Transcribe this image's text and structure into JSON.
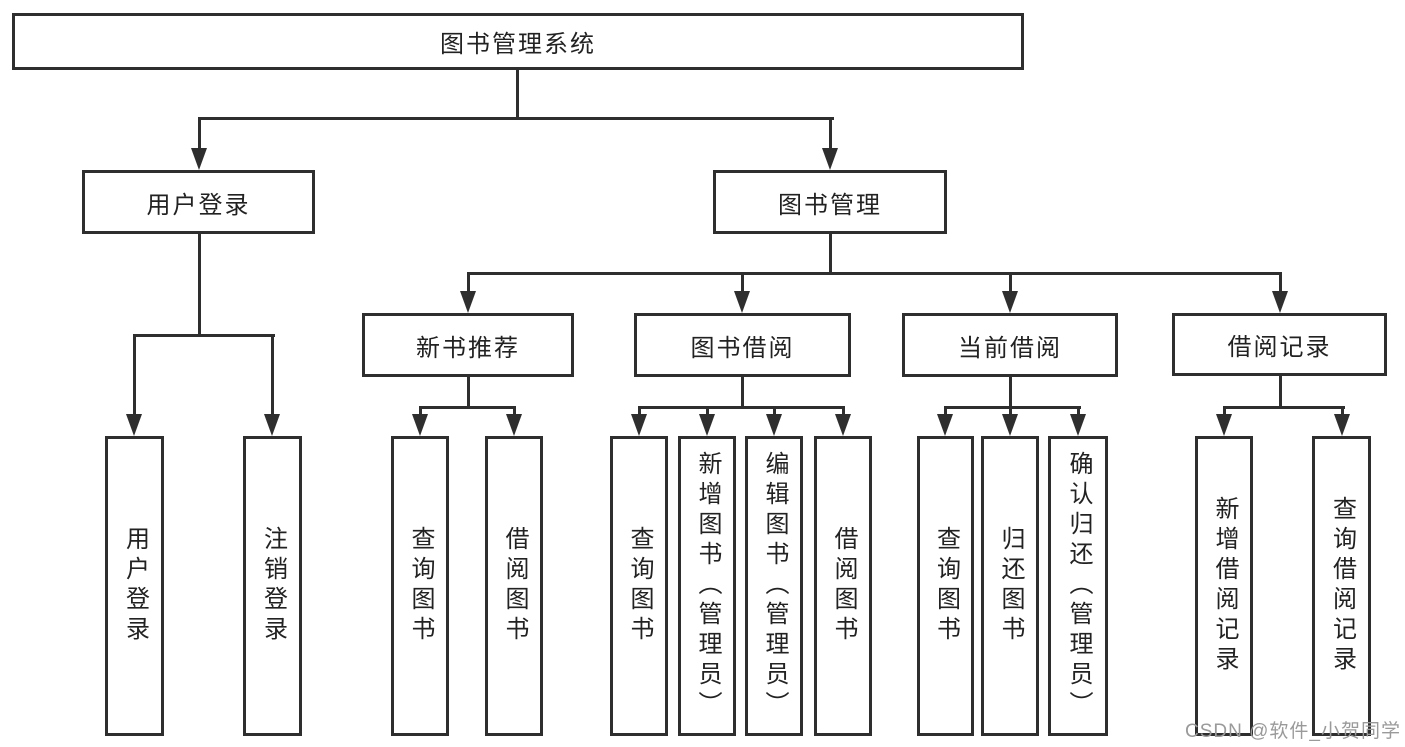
{
  "nodes": {
    "root": {
      "label": "图书管理系统"
    },
    "level2": [
      {
        "label": "用户登录"
      },
      {
        "label": "图书管理"
      }
    ],
    "level3": [
      {
        "label": "新书推荐"
      },
      {
        "label": "图书借阅"
      },
      {
        "label": "当前借阅"
      },
      {
        "label": "借阅记录"
      }
    ],
    "leaves": {
      "user_login": [
        {
          "label": "用户登录"
        },
        {
          "label": "注销登录"
        }
      ],
      "new_books": [
        {
          "label": "查询图书"
        },
        {
          "label": "借阅图书"
        }
      ],
      "book_borrow": [
        {
          "label": "查询图书"
        },
        {
          "label": "新增图书（管理员）"
        },
        {
          "label": "编辑图书（管理员）"
        },
        {
          "label": "借阅图书"
        }
      ],
      "current_borrow": [
        {
          "label": "查询图书"
        },
        {
          "label": "归还图书"
        },
        {
          "label": "确认归还（管理员）"
        }
      ],
      "borrow_records": [
        {
          "label": "新增借阅记录"
        },
        {
          "label": "查询借阅记录"
        }
      ]
    }
  },
  "watermark": {
    "text": "CSDN @软件_小贺同学"
  },
  "colors": {
    "line": "#2e2e2e",
    "text": "#222222",
    "watermark": "#9a9a9a",
    "background": "#ffffff"
  }
}
